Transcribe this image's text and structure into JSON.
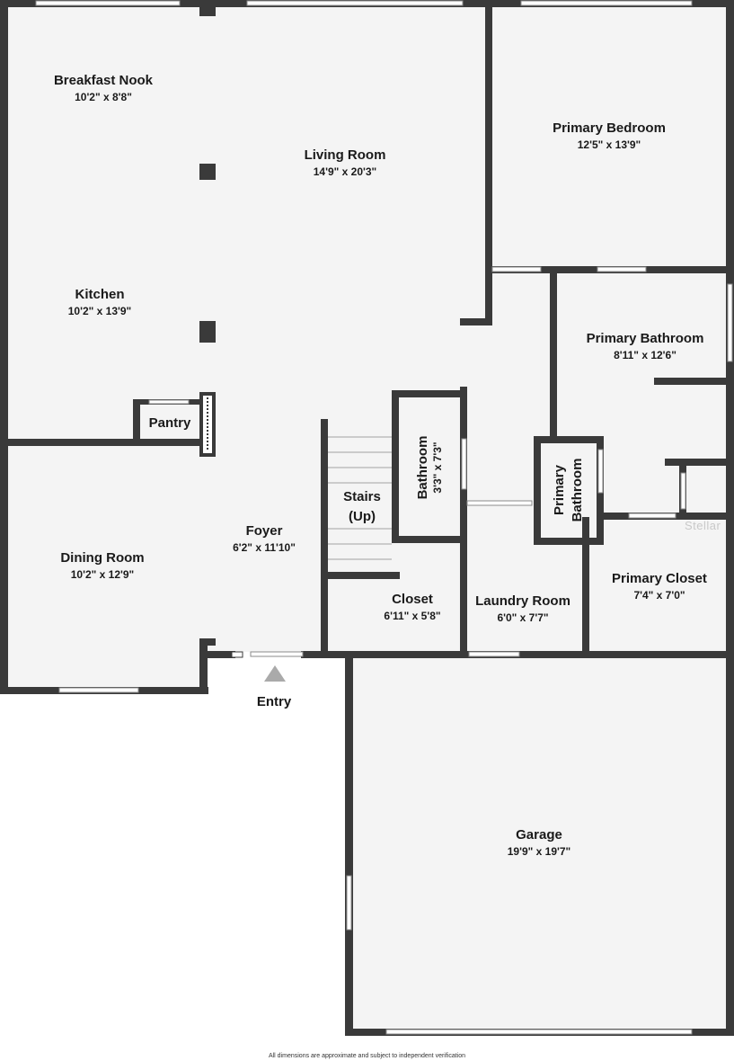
{
  "rooms": {
    "breakfast_nook": {
      "name": "Breakfast Nook",
      "dim": "10'2\" x 8'8\""
    },
    "living_room": {
      "name": "Living Room",
      "dim": "14'9\" x 20'3\""
    },
    "kitchen": {
      "name": "Kitchen",
      "dim": "10'2\" x 13'9\""
    },
    "pantry": {
      "name": "Pantry"
    },
    "primary_bedroom": {
      "name": "Primary Bedroom",
      "dim": "12'5\" x 13'9\""
    },
    "primary_bathroom": {
      "name": "Primary Bathroom",
      "dim": "8'11\" x 12'6\""
    },
    "bathroom": {
      "name": "Bathroom",
      "dim": "3'3\" x 7'3\""
    },
    "primary_bathroom_small": {
      "name_line1": "Primary",
      "name_line2": "Bathroom"
    },
    "stairs": {
      "name_line1": "Stairs",
      "name_line2": "(Up)"
    },
    "foyer": {
      "name": "Foyer",
      "dim": "6'2\" x 11'10\""
    },
    "dining_room": {
      "name": "Dining Room",
      "dim": "10'2\" x 12'9\""
    },
    "closet": {
      "name": "Closet",
      "dim": "6'11\" x 5'8\""
    },
    "laundry_room": {
      "name": "Laundry Room",
      "dim": "6'0\" x 7'7\""
    },
    "primary_closet": {
      "name": "Primary Closet",
      "dim": "7'4\" x 7'0\""
    },
    "garage": {
      "name": "Garage",
      "dim": "19'9\" x 19'7\""
    }
  },
  "entry": {
    "label": "Entry"
  },
  "footer": {
    "text": "All dimensions are approximate and subject to independent verification"
  },
  "watermark": {
    "text": "Stellar"
  },
  "colors": {
    "wall": "#3a3a3a",
    "floor": "#f4f4f4",
    "window": "#ffffff",
    "entry_arrow": "#aaaaaa"
  }
}
